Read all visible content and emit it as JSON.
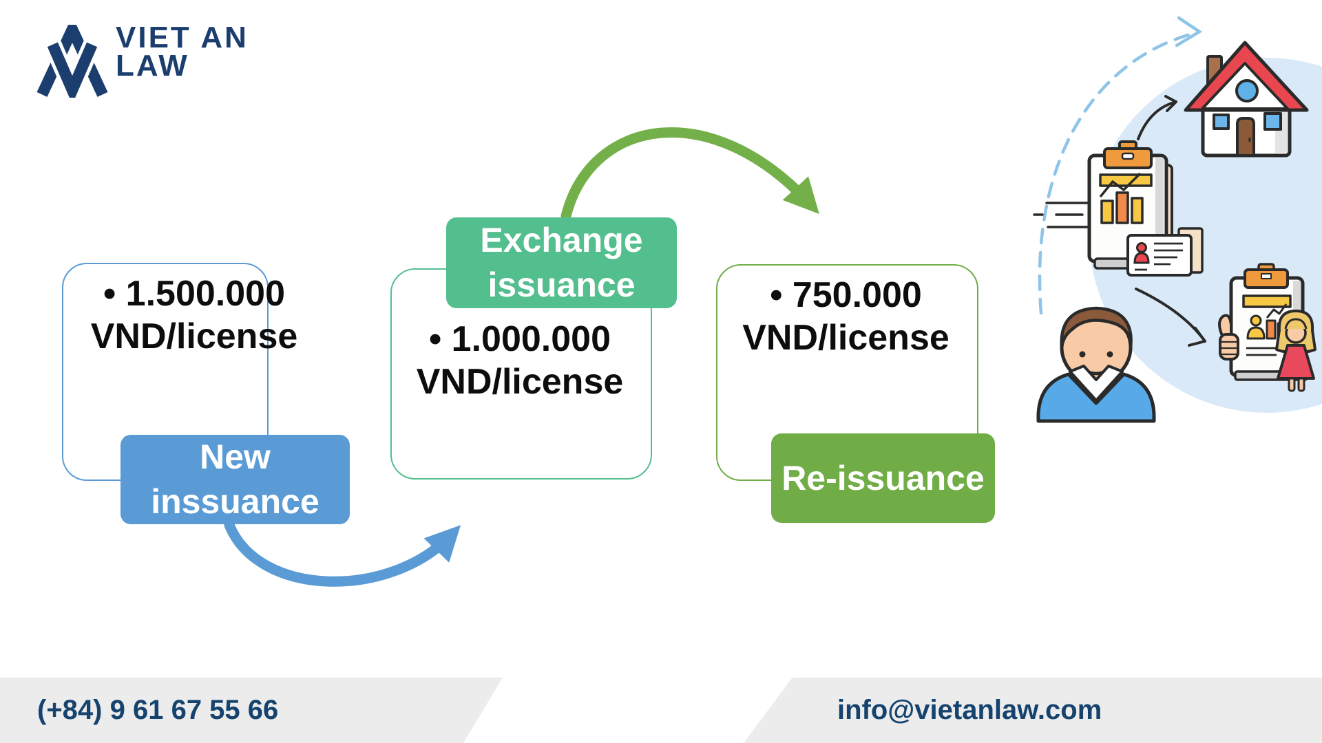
{
  "logo": {
    "brand_line1": "VIET AN",
    "brand_line2": "LAW",
    "color": "#1b3e6e"
  },
  "flow": {
    "steps": [
      {
        "name": "new-issuance",
        "price_line1": "• 1.500.000",
        "price_line2": "VND/license",
        "label": "New\ninssuance",
        "accent_color": "#5b9bd5"
      },
      {
        "name": "exchange-issuance",
        "price_line1": "• 1.000.000",
        "price_line2": "VND/license",
        "label": "Exchange\nissuance",
        "accent_color": "#53be8e"
      },
      {
        "name": "re-issuance",
        "price_line1": "• 750.000",
        "price_line2": "VND/license",
        "label": "Re-issuance",
        "accent_color": "#70ad47"
      }
    ],
    "arrows": [
      {
        "name": "blue-curved-arrow",
        "color": "#5b9bd5"
      },
      {
        "name": "green-curved-arrow",
        "color": "#74b04a"
      }
    ]
  },
  "illustration": {
    "name": "license-registration-illustration",
    "background_circle_color": "#d9e9f8",
    "icons": [
      "dashed-cycle-arrow-icon",
      "house-icon",
      "report-clipboard-icon",
      "id-card-icon",
      "man-avatar",
      "thumbs-up-clipboard-icon",
      "woman-figure"
    ]
  },
  "footer": {
    "phone": "(+84) 9 61 67 55 66",
    "email": "info@vietanlaw.com",
    "bar_color": "#ececec",
    "text_color": "#15436e"
  }
}
